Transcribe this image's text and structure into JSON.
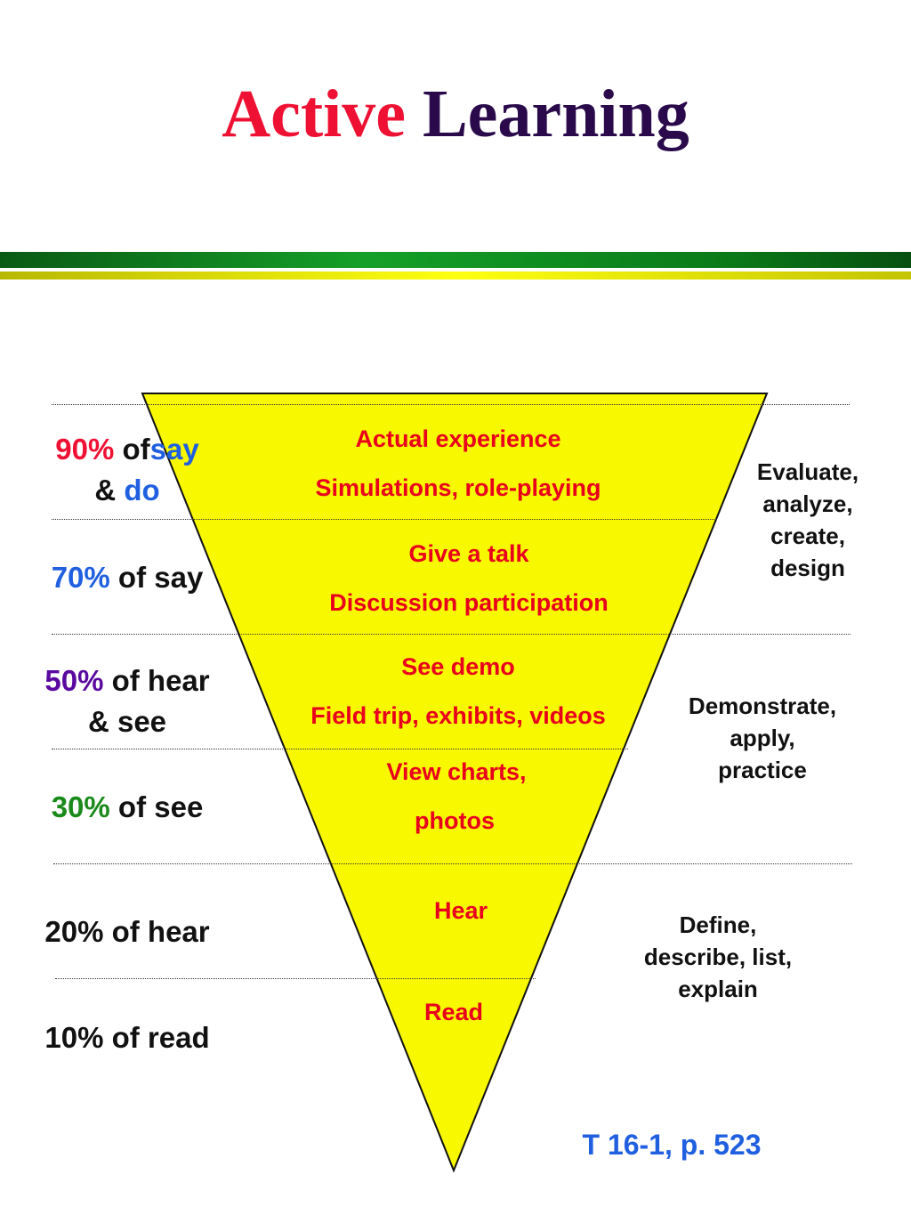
{
  "title": {
    "word1": "Active",
    "word2": "Learning"
  },
  "colors": {
    "red": "#ee1133",
    "blue": "#1f5fe0",
    "purple": "#5a0aa0",
    "green": "#1a8a1a",
    "triangle": "#f8f800",
    "band_green": "#0d8a1a",
    "band_yellow": "#f3f200"
  },
  "left": {
    "row90": {
      "pct": "90%",
      "of": "of",
      "say": "say",
      "amp": "&",
      "do": "do"
    },
    "row70": {
      "pct": "70%",
      "rest": "of say"
    },
    "row50": {
      "pct": "50%",
      "rest": "of hear",
      "line2": "& see"
    },
    "row30": {
      "pct": "30%",
      "rest": "of see"
    },
    "row20": {
      "text": "20% of hear"
    },
    "row10": {
      "text": "10% of read"
    }
  },
  "pyramid": {
    "l1": "Actual experience",
    "l2": "Simulations, role-playing",
    "l3": "Give a talk",
    "l4": "Discussion participation",
    "l5": "See demo",
    "l6": "Field trip, exhibits, videos",
    "l7": "View charts,",
    "l8": "photos",
    "l9": "Hear",
    "l10": "Read"
  },
  "right": {
    "top": [
      "Evaluate,",
      "analyze,",
      "create,",
      "design"
    ],
    "middle": [
      "Demonstrate,",
      "apply,",
      "practice"
    ],
    "bottom": [
      "Define,",
      "describe, list,",
      "explain"
    ]
  },
  "reference": "T 16-1, p. 523"
}
